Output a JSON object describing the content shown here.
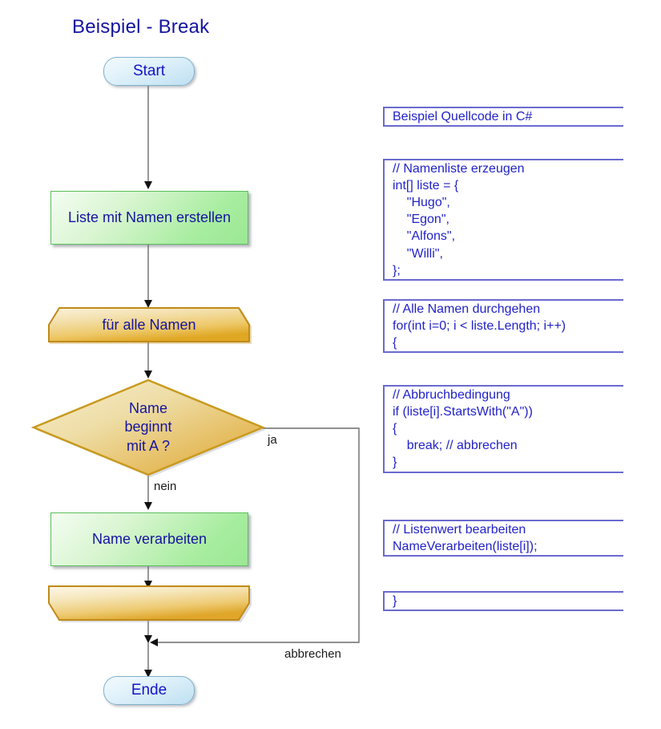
{
  "diagram": {
    "title": "Beispiel - Break",
    "nodes": {
      "start": "Start",
      "create_list": "Liste mit Namen erstellen",
      "loop_start": "für alle Namen",
      "decision": "Name\nbeginnt\nmit A ?",
      "decision_line1": "Name",
      "decision_line2": "beginnt",
      "decision_line3": "mit A ?",
      "process_name": "Name verarbeiten",
      "loop_end": "",
      "end": "Ende"
    },
    "edge_labels": {
      "yes": "ja",
      "no": "nein",
      "break": "abbrechen"
    },
    "colors": {
      "title_text": "#1414a0",
      "terminator_fill": "#cfe9f6",
      "terminator_border": "#7fb2cd",
      "process_fill": "#a8eda0",
      "process_border": "#5bbf5b",
      "loop_fill": "#e8b94a",
      "loop_border": "#c08a18",
      "decision_fill": "#e2b24a",
      "decision_border": "#c08a18",
      "code_text": "#2222c8",
      "connector": "#6b6b6b"
    }
  },
  "code_panel": [
    {
      "id": "intro",
      "lines": [
        "Beispiel Quellcode in C#"
      ]
    },
    {
      "id": "list-creation",
      "lines": [
        "// Namenliste erzeugen",
        "int[] liste = {",
        "    \"Hugo\",",
        "    \"Egon\",",
        "    \"Alfons\",",
        "    \"Willi\",",
        "};"
      ]
    },
    {
      "id": "for-loop",
      "lines": [
        "// Alle Namen durchgehen",
        "for(int i=0; i < liste.Length; i++)",
        "{"
      ]
    },
    {
      "id": "break-condition",
      "lines": [
        "// Abbruchbedingung",
        "if (liste[i].StartsWith(\"A\"))",
        "{",
        "    break; // abbrechen",
        "}"
      ]
    },
    {
      "id": "process-value",
      "lines": [
        "// Listenwert bearbeiten",
        "NameVerarbeiten(liste[i]);"
      ]
    },
    {
      "id": "loop-close",
      "lines": [
        "}"
      ]
    }
  ]
}
